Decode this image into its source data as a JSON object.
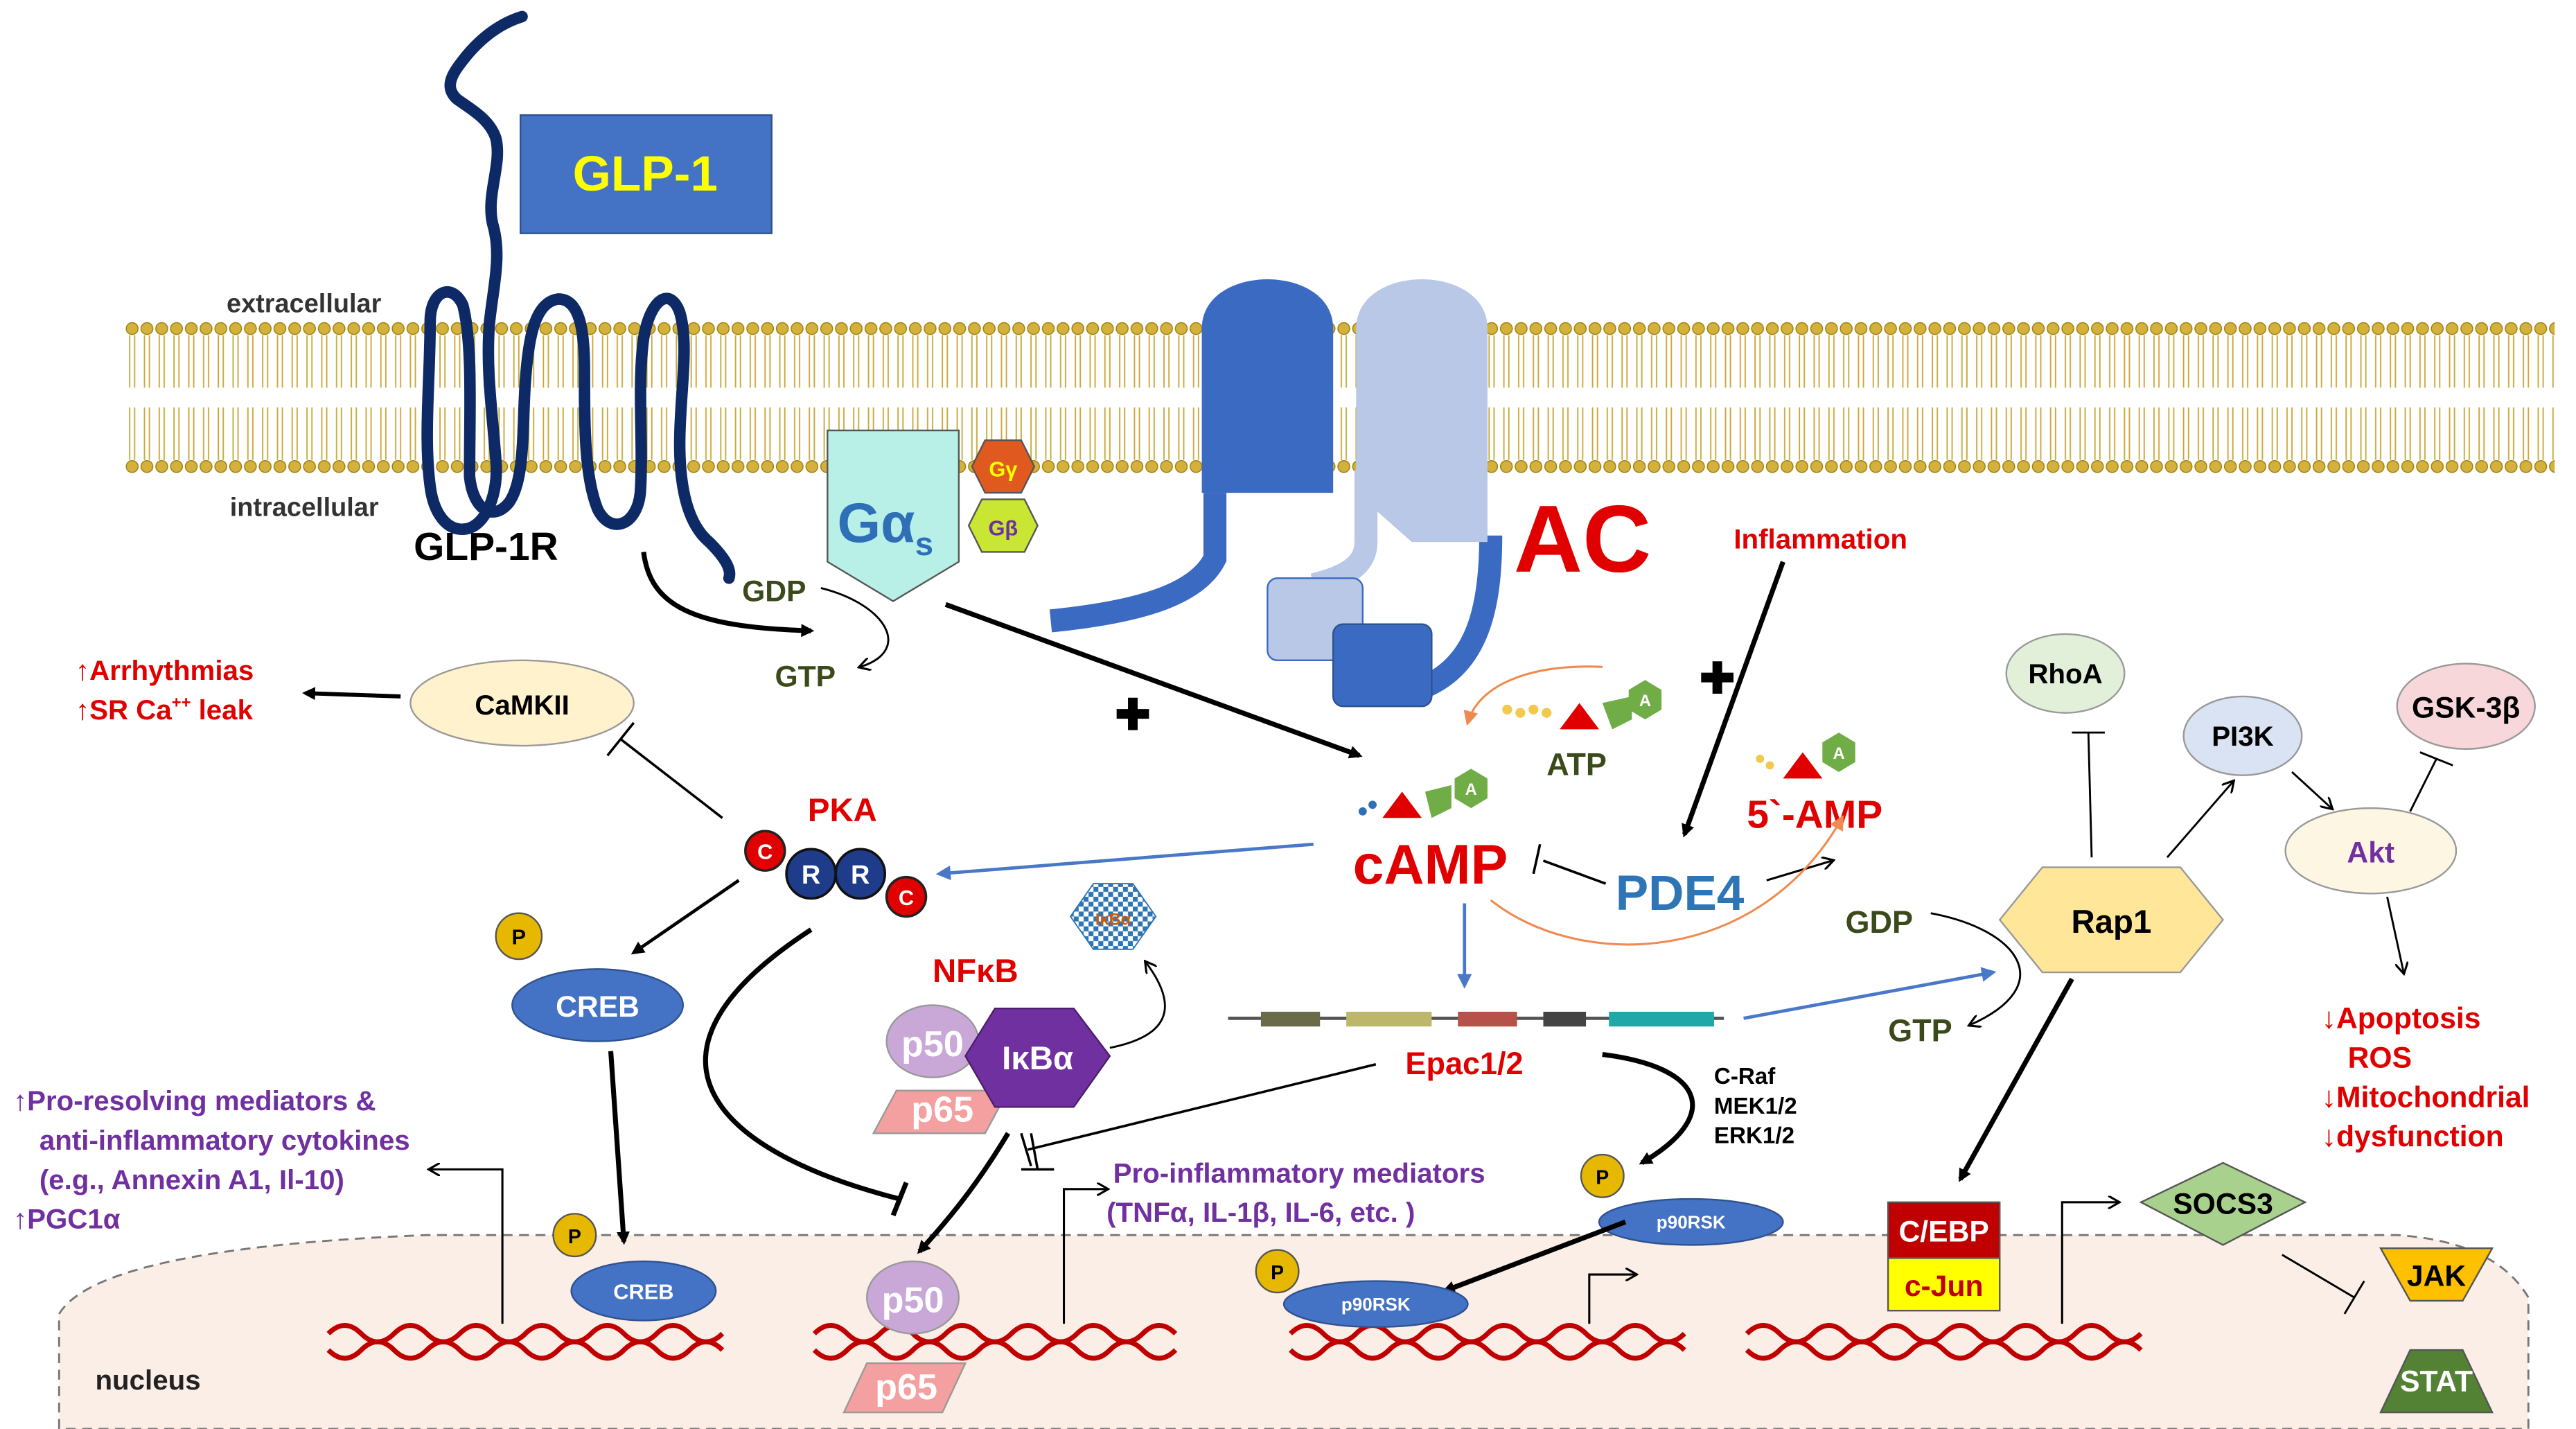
{
  "colors": {
    "membrane_head": "#d4b13a",
    "receptor": "#0d2a66",
    "glp1_box": "#4472c4",
    "glp1_text": "#ffff00",
    "gas_fill": "#b8f0e8",
    "gas_text": "#2f6fb7",
    "gamma": "#e05a20",
    "beta": "#c8e632",
    "ac_dark": "#3b6ac3",
    "ac_light": "#b8c8e6",
    "red_text": "#e00000",
    "purple_text": "#7030a0",
    "olive_text": "#3b4a1a",
    "blue_arrow": "#4a78c8",
    "orange_arrow": "#f08a50",
    "camkii_fill": "#fff2cc",
    "rhoa_fill": "#e2f0d9",
    "pi3k_fill": "#dae3f3",
    "gsk_fill": "#f8d7da",
    "rap1_fill": "#ffe699",
    "creb_fill": "#4472c4",
    "p_fill": "#e6b800",
    "ikba_fill": "#7030a0",
    "p50_fill": "#c9a8d8",
    "p65_fill": "#f4a0a0",
    "nucleus_fill": "#fbeee6",
    "dna": "#c00000",
    "cebp_fill": "#c00000",
    "cjun_fill": "#ffff00",
    "socs3_fill": "#a9d18e",
    "jak_fill": "#ffc000",
    "stat_fill": "#548235"
  },
  "labels": {
    "glp1": "GLP-1",
    "extracellular": "extracellular",
    "intracellular": "intracellular",
    "glp1r": "GLP-1R",
    "gas_main": "Gα",
    "gas_sub": "s",
    "gamma": "Gγ",
    "beta": "Gβ",
    "ac": "AC",
    "inflammation": "Inflammation",
    "gdp_left": "GDP",
    "gtp_left": "GTP",
    "plus1": "✚",
    "plus2": "✚",
    "atp": "ATP",
    "atp_a": "A",
    "camp_a": "A",
    "amp_a": "A",
    "camp": "cAMP",
    "amp5": "5`-AMP",
    "pde4": "PDE4",
    "arrhythmias": "↑Arrhythmias",
    "sr_leak_pre": "↑SR Ca",
    "sr_leak_sup": "++",
    "sr_leak_post": " leak",
    "camkii": "CaMKII",
    "pka": "PKA",
    "pka_c1": "C",
    "pka_r1": "R",
    "pka_r2": "R",
    "pka_c2": "C",
    "p_creb_top": "P",
    "creb_top": "CREB",
    "pro_resolving_1": "↑Pro-resolving mediators &",
    "pro_resolving_2": "anti-inflammatory  cytokines",
    "pro_resolving_3": "(e.g., Annexin A1, Il-10)",
    "pgc1a": "↑PGC1α",
    "nfkb": "NFκB",
    "ikba": "IκBα",
    "ikba_degraded": "IκBα",
    "p50_top": "p50",
    "p65_top": "p65",
    "epac": "Epac1/2",
    "craf": "C-Raf",
    "mek": "MEK1/2",
    "erk": "ERK1/2",
    "pro_inflam_1": "Pro-inflammatory mediators",
    "pro_inflam_2": "(TNFα, IL-1β, IL-6, etc. )",
    "p_p90_top": "P",
    "p90_top": "p90RSK",
    "p_creb_nuc": "P",
    "creb_nuc": "CREB",
    "p50_nuc": "p50",
    "p65_nuc": "p65",
    "p_p90_nuc": "P",
    "p90_nuc": "p90RSK",
    "nucleus": "nucleus",
    "gdp_right": "GDP",
    "gtp_right": "GTP",
    "rap1": "Rap1",
    "rhoa": "RhoA",
    "pi3k": "PI3K",
    "gsk3b": "GSK-3β",
    "akt": "Akt",
    "apoptosis": "↓Apoptosis",
    "ros": "ROS",
    "mito1": "↓Mitochondrial",
    "mito2": "↓dysfunction",
    "cebp": "C/EBP",
    "cjun": "c-Jun",
    "socs3": "SOCS3",
    "jak": "JAK",
    "stat": "STAT"
  }
}
